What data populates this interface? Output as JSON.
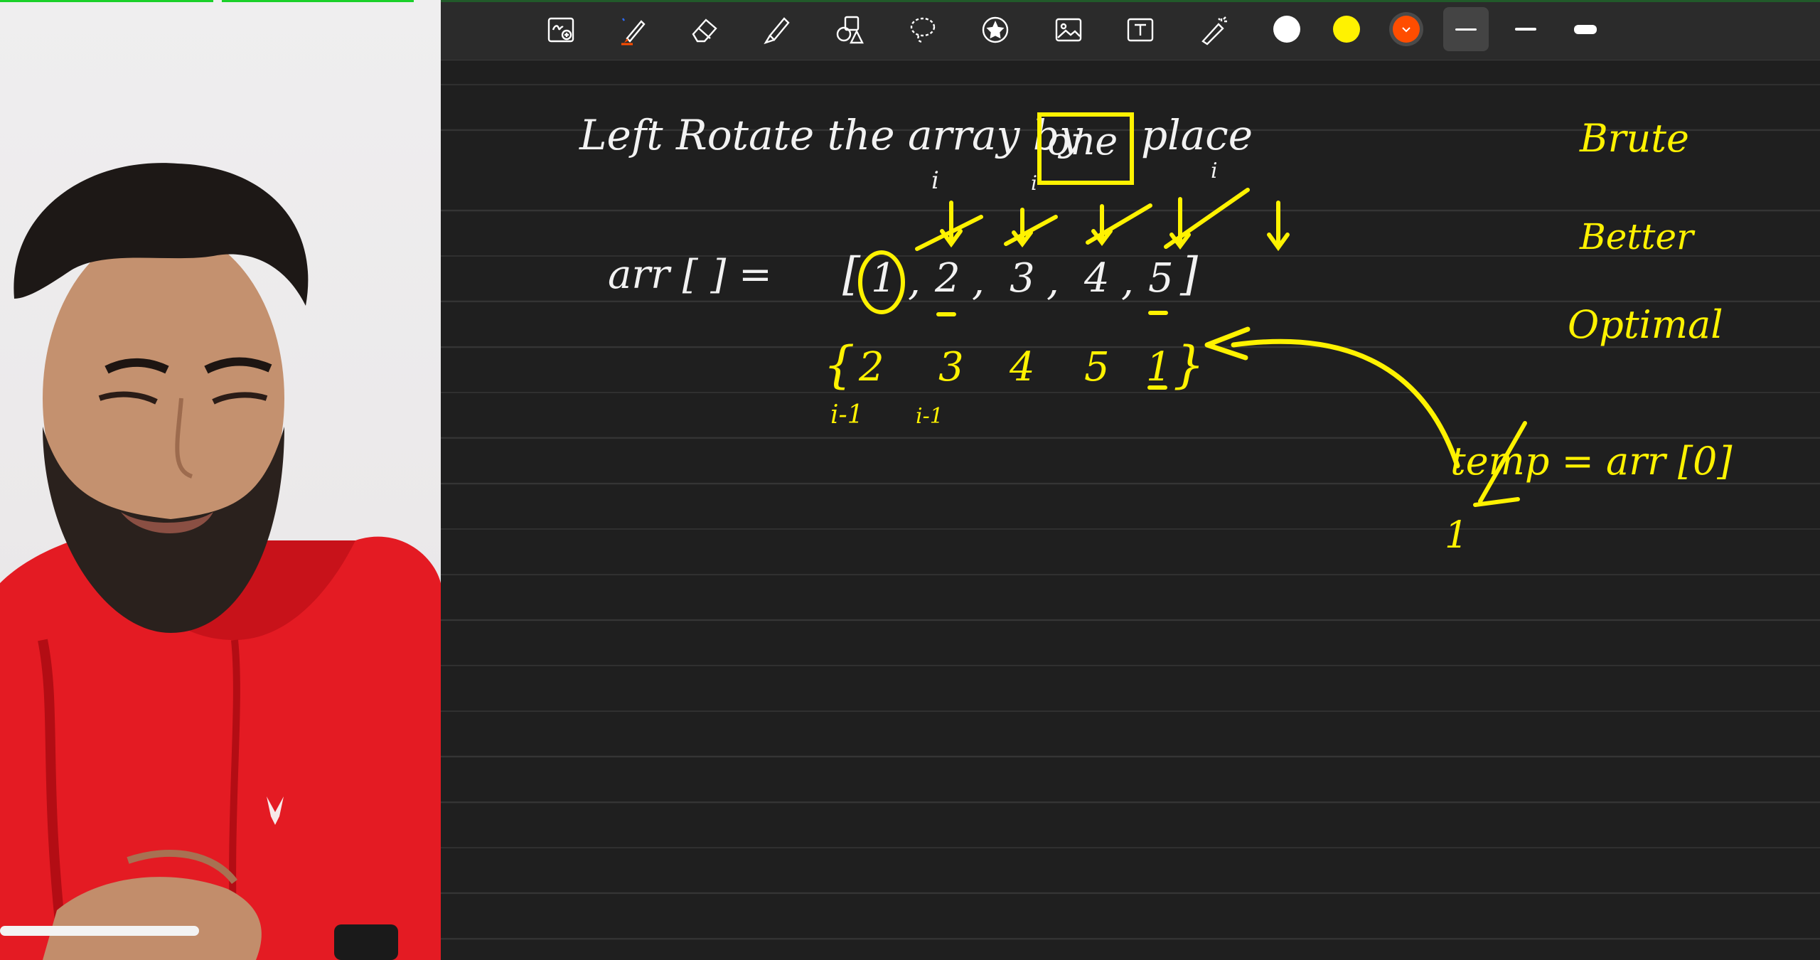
{
  "toolbar": {
    "tools": [
      {
        "name": "zoom-tool",
        "icon": "zoom-in-icon"
      },
      {
        "name": "pen-tool",
        "icon": "pen-icon"
      },
      {
        "name": "eraser-tool",
        "icon": "eraser-icon"
      },
      {
        "name": "highlighter-tool",
        "icon": "highlighter-icon"
      },
      {
        "name": "shapes-tool",
        "icon": "shapes-icon"
      },
      {
        "name": "lasso-tool",
        "icon": "lasso-icon"
      },
      {
        "name": "sticker-tool",
        "icon": "star-icon"
      },
      {
        "name": "image-tool",
        "icon": "image-icon"
      },
      {
        "name": "text-tool",
        "icon": "text-box-icon"
      },
      {
        "name": "laser-pointer-tool",
        "icon": "laser-pointer-icon"
      }
    ],
    "colors": {
      "white": "#ffffff",
      "yellow": "#fff200",
      "orange": "#ff4d00"
    },
    "selected_color": "orange",
    "stroke_widths": [
      "thin",
      "medium",
      "thick"
    ],
    "active_stroke": "thin"
  },
  "notes": {
    "title": {
      "left": "Left Rotate the array by",
      "boxed": "one",
      "right": "place"
    },
    "approaches": [
      "Brute",
      "Better",
      "Optimal"
    ],
    "array_label": "arr [ ] =",
    "original": {
      "open": "[",
      "values": [
        "1",
        "2",
        "3",
        "4",
        "5"
      ],
      "close": "]"
    },
    "rotated": {
      "open": "{",
      "values": [
        "2",
        "3",
        "4",
        "5",
        "1"
      ],
      "close": "}"
    },
    "index_marks": [
      "i",
      "i",
      "i"
    ],
    "under_marks": [
      "i-1",
      "i-1"
    ],
    "temp_assignment": "temp = arr [0]",
    "temp_value": "1",
    "ink_colors": {
      "white": "#f2f2f2",
      "yellow": "#fff200"
    }
  }
}
